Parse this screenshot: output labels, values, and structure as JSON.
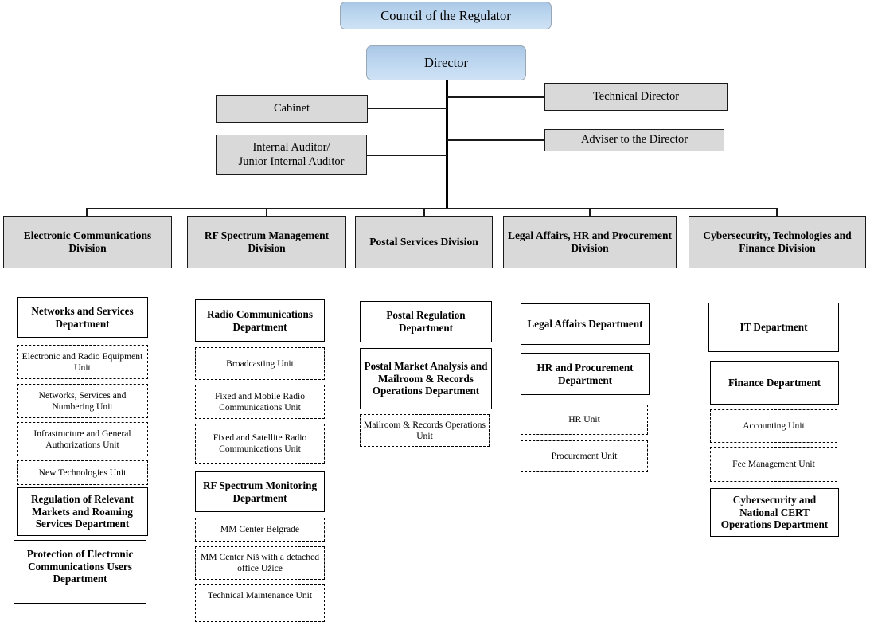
{
  "top": {
    "council": "Council of the Regulator",
    "director": "Director",
    "cabinet": "Cabinet",
    "internal_auditor": "Internal Auditor/\nJunior Internal Auditor",
    "technical_director": "Technical Director",
    "adviser": "Adviser to the Director"
  },
  "divisions": [
    {
      "label": "Electronic Communications Division"
    },
    {
      "label": "RF Spectrum Management Division"
    },
    {
      "label": "Postal Services Division"
    },
    {
      "label": "Legal Affairs, HR and Procurement Division"
    },
    {
      "label": "Cybersecurity, Technologies and Finance Division"
    }
  ],
  "columns": [
    {
      "nodes": [
        {
          "kind": "department",
          "label": "Networks and Services Department"
        },
        {
          "kind": "unit",
          "label": "Electronic and Radio Equipment Unit"
        },
        {
          "kind": "unit",
          "label": "Networks, Services and Numbering Unit"
        },
        {
          "kind": "unit",
          "label": "Infrastructure and General Authorizations Unit"
        },
        {
          "kind": "unit",
          "label": "New Technologies Unit"
        },
        {
          "kind": "department",
          "label": "Regulation of Relevant Markets and Roaming Services Department"
        },
        {
          "kind": "department",
          "label": "Protection of Electronic Communications Users Department"
        }
      ]
    },
    {
      "nodes": [
        {
          "kind": "department",
          "label": "Radio Communications Department"
        },
        {
          "kind": "unit",
          "label": "Broadcasting Unit"
        },
        {
          "kind": "unit",
          "label": "Fixed and Mobile Radio Communications Unit"
        },
        {
          "kind": "unit",
          "label": "Fixed and Satellite Radio Communications Unit"
        },
        {
          "kind": "department",
          "label": "RF Spectrum Monitoring Department"
        },
        {
          "kind": "unit",
          "label": "MM Center Belgrade"
        },
        {
          "kind": "unit",
          "label": "MM Center Niš with a detached office Užice"
        },
        {
          "kind": "unit",
          "label": "Technical Maintenance Unit"
        }
      ]
    },
    {
      "nodes": [
        {
          "kind": "department",
          "label": "Postal Regulation Department"
        },
        {
          "kind": "department",
          "label": "Postal Market Analysis and Mailroom & Records Operations Department"
        },
        {
          "kind": "unit",
          "label": "Mailroom & Records Operations Unit"
        }
      ]
    },
    {
      "nodes": [
        {
          "kind": "department",
          "label": "Legal Affairs Department"
        },
        {
          "kind": "department",
          "label": "HR and Procurement Department"
        },
        {
          "kind": "unit",
          "label": "HR Unit"
        },
        {
          "kind": "unit",
          "label": "Procurement Unit"
        }
      ]
    },
    {
      "nodes": [
        {
          "kind": "department",
          "label": "IT Department"
        },
        {
          "kind": "department",
          "label": "Finance Department"
        },
        {
          "kind": "unit",
          "label": "Accounting Unit"
        },
        {
          "kind": "unit",
          "label": "Fee Management Unit"
        },
        {
          "kind": "department",
          "label": "Cybersecurity and National CERT Operations Department"
        }
      ]
    }
  ],
  "colors": {
    "top_fill": "#bcd6ef",
    "grey_fill": "#d9d9d9",
    "border": "#000000",
    "line": "#000000"
  }
}
